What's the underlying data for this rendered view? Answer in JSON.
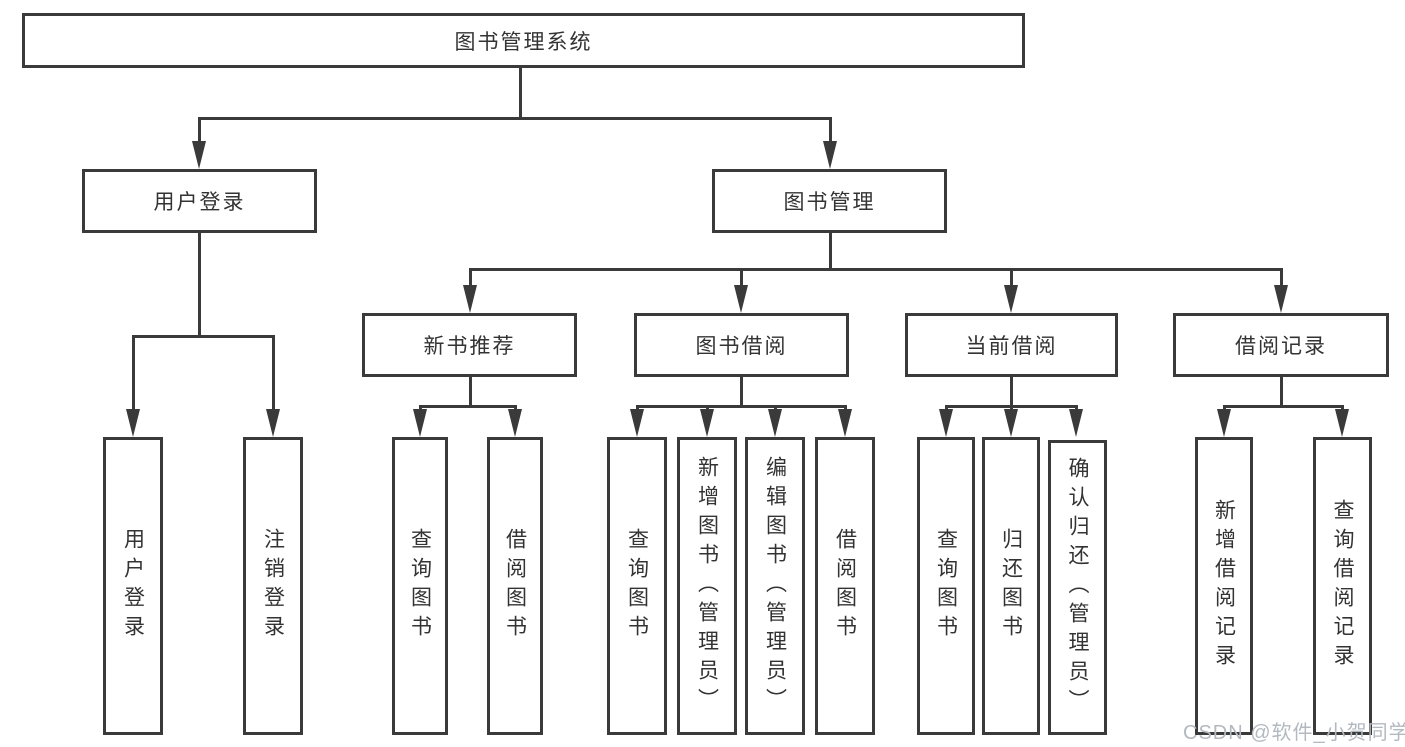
{
  "root": {
    "label": "图书管理系统"
  },
  "branches": [
    {
      "label": "用户登录",
      "children": [
        {
          "label": "用户登录"
        },
        {
          "label": "注销登录"
        }
      ]
    },
    {
      "label": "图书管理",
      "children": [
        {
          "label": "新书推荐",
          "children": [
            {
              "label": "查询图书"
            },
            {
              "label": "借阅图书"
            }
          ]
        },
        {
          "label": "图书借阅",
          "children": [
            {
              "label": "查询图书"
            },
            {
              "label": "新增图书（管理员）"
            },
            {
              "label": "编辑图书（管理员）"
            },
            {
              "label": "借阅图书"
            }
          ]
        },
        {
          "label": "当前借阅",
          "children": [
            {
              "label": "查询图书"
            },
            {
              "label": "归还图书"
            },
            {
              "label": "确认归还（管理员）"
            }
          ]
        },
        {
          "label": "借阅记录",
          "children": [
            {
              "label": "新增借阅记录"
            },
            {
              "label": "查询借阅记录"
            }
          ]
        }
      ]
    }
  ],
  "colors": {
    "line": "#3a3a3a",
    "text": "#333333",
    "watermark": "#b3b9c0",
    "background": "#ffffff"
  },
  "watermark": {
    "text": "CSDN @软件_小贺同学"
  }
}
